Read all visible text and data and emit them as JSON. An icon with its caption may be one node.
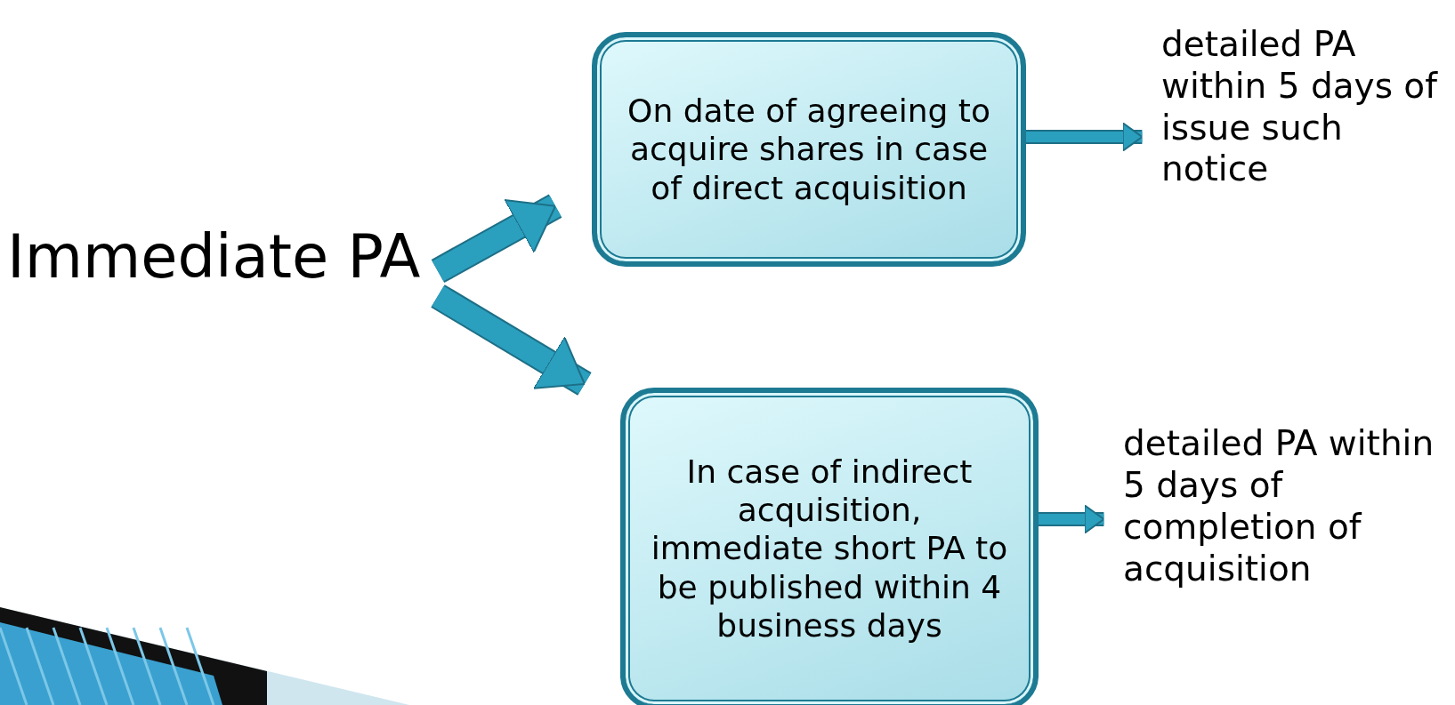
{
  "diagram": {
    "nodes": [
      {
        "text": [
          "Immediate PA"
        ]
      },
      {
        "text": [
          "On date of agreeing to acquire shares in case of direct acquisition"
        ]
      },
      {
        "text": [
          "In case of indirect acquisition, immediate short PA to be published within 4 business days"
        ]
      },
      {
        "text": [
          "detailed PA within 5 days of issue such notice"
        ]
      },
      {
        "text": [
          "detailed PA within 5 days of completion of acquisition"
        ]
      }
    ],
    "edges": [
      {
        "from": 0,
        "to": 1,
        "arrow": "to",
        "style": "thick"
      },
      {
        "from": 0,
        "to": 2,
        "arrow": "to",
        "style": "thick"
      },
      {
        "from": 1,
        "to": 3,
        "arrow": "to"
      },
      {
        "from": 2,
        "to": 4,
        "arrow": "to"
      }
    ]
  }
}
